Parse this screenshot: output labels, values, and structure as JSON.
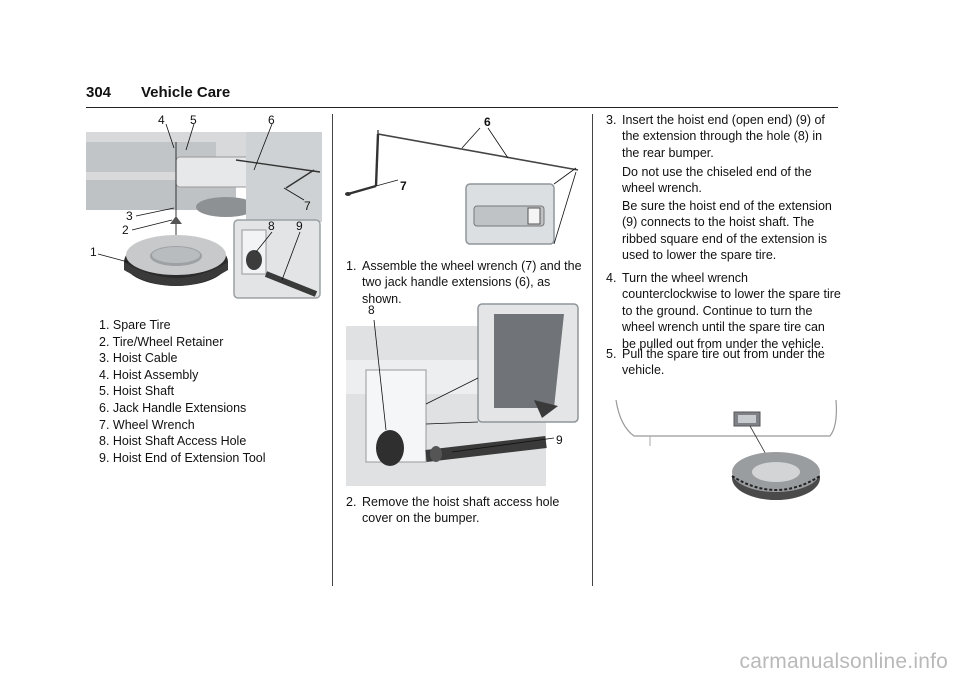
{
  "header": {
    "page_number": "304",
    "section": "Vehicle Care"
  },
  "figure1": {
    "callouts": [
      "4",
      "5",
      "6",
      "7",
      "3",
      "2",
      "1",
      "8",
      "9"
    ]
  },
  "legend": [
    "1.  Spare Tire",
    "2.  Tire/Wheel Retainer",
    "3.  Hoist Cable",
    "4.  Hoist Assembly",
    "5.  Hoist Shaft",
    "6.  Jack Handle Extensions",
    "7.  Wheel Wrench",
    "8.  Hoist Shaft Access Hole",
    "9.  Hoist End of Extension Tool"
  ],
  "figure2": {
    "callouts": [
      "6",
      "7"
    ]
  },
  "figure3": {
    "callouts": [
      "8",
      "9"
    ]
  },
  "steps": [
    {
      "num": "1.",
      "text": "Assemble the wheel wrench (7) and the two jack handle extensions (6), as shown."
    },
    {
      "num": "2.",
      "text": "Remove the hoist shaft access hole cover on the bumper."
    },
    {
      "num": "3.",
      "text": "Insert the hoist end (open end) (9) of the extension through the hole (8) in the rear bumper."
    },
    {
      "num": "4.",
      "text": "Turn the wheel wrench counterclockwise to lower the spare tire to the ground. Continue to turn the wheel wrench until the spare tire can be pulled out from under the vehicle."
    },
    {
      "num": "5.",
      "text": "Pull the spare tire out from under the vehicle."
    }
  ],
  "notes": [
    "Do not use the chiseled end of the wheel wrench.",
    "Be sure the hoist end of the extension (9) connects to the hoist shaft. The ribbed square end of the extension is used to lower the spare tire."
  ],
  "watermark": "carmanualsonline.info"
}
